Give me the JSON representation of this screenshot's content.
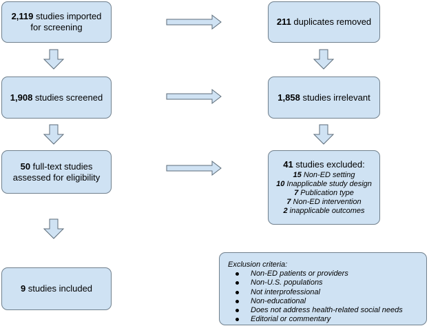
{
  "left": {
    "imported": {
      "count": "2,119",
      "text_line1": " studies imported",
      "text_line2": "for screening"
    },
    "screened": {
      "count": "1,908",
      "text": " studies screened"
    },
    "fulltext": {
      "count": "50",
      "text_line1": " full-text studies",
      "text_line2": "assessed for eligibility"
    },
    "included": {
      "count": "9",
      "text": " studies included"
    }
  },
  "right": {
    "duplicates": {
      "count": "211",
      "text": " duplicates removed"
    },
    "irrelevant": {
      "count": "1,858",
      "text": " studies irrelevant"
    },
    "excluded": {
      "count": "41",
      "text": " studies excluded:",
      "reasons": [
        {
          "n": "15",
          "label": " Non-ED setting"
        },
        {
          "n": "10",
          "label": " Inapplicable study design"
        },
        {
          "n": "7",
          "label": " Publication type"
        },
        {
          "n": "7",
          "label": " Non-ED intervention"
        },
        {
          "n": "2",
          "label": " inapplicable outcomes"
        }
      ]
    }
  },
  "criteria": {
    "title": "Exclusion criteria:",
    "items": [
      "Non-ED patients or providers",
      "Non-U.S. populations",
      "Not interprofessional",
      "Non-educational",
      "Does not address health-related social needs",
      "Editorial or commentary"
    ]
  },
  "colors": {
    "box_fill": "#cfe2f3",
    "box_border": "#6f7f8c",
    "arrow_fill": "#cfe2f3"
  }
}
